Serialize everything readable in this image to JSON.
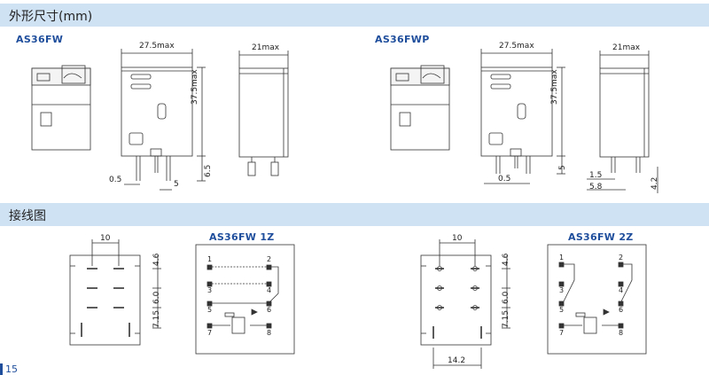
{
  "sections": {
    "dimensions_title": "外形尺寸(mm)",
    "wiring_title": "接线图"
  },
  "models": {
    "fw": "AS36FW",
    "fwp": "AS36FWP",
    "fw1z": "AS36FW 1Z",
    "fw2z": "AS36FW  2Z"
  },
  "dims": {
    "width_max": "27.5max",
    "height_max": "37.5max",
    "depth_max": "21max",
    "pin_spacing_a": "0.5",
    "pin_spacing_b": "5",
    "pin_len_a": "6.5",
    "pin_len_b": "5",
    "fwp_a": "1.5",
    "fwp_b": "5.8",
    "fwp_c": "4.2"
  },
  "wiring_dims": {
    "top": "10",
    "v1": "4.6",
    "v2": "6.0",
    "v3": "7.15",
    "bottom": "14.2"
  },
  "terminals": [
    "1",
    "2",
    "3",
    "4",
    "5",
    "6",
    "7",
    "8"
  ],
  "page_number": "15",
  "colors": {
    "band": "#cfe2f4",
    "model_label": "#1f4e9c"
  }
}
